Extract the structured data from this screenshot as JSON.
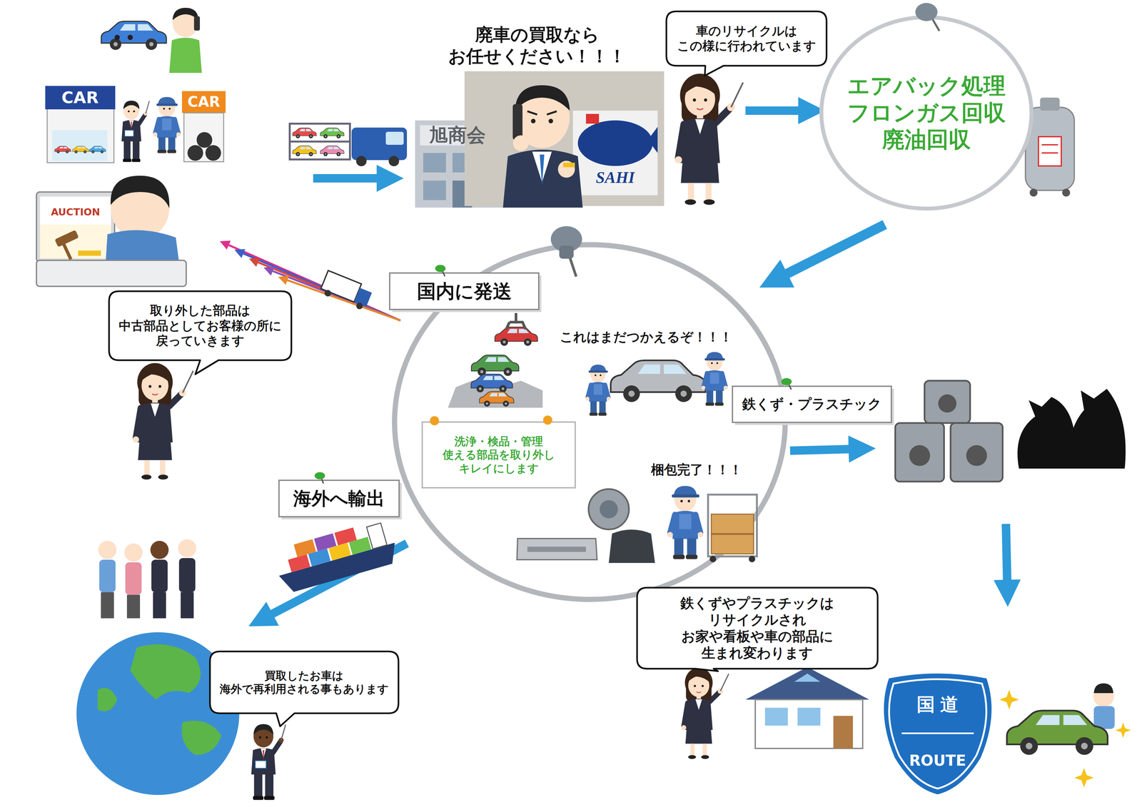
{
  "diagram": {
    "nodes": [
      {
        "text": [
          "車のリサイクルは この様に行われています"
        ]
      },
      {
        "text": [
          "エアバック処理 フロンガス回収 廃油回収"
        ]
      },
      {
        "text": [
          "国内に発送"
        ]
      },
      {
        "text": [
          "取り外した部品は 中古部品としてお客様の所に 戻っていきます"
        ]
      },
      {
        "text": [
          "鉄くず・プラスチック"
        ]
      },
      {
        "text": [
          "洗浄・検品・管理 使える部品を取り外し キレイにします"
        ]
      },
      {
        "text": [
          "海外へ輸出"
        ]
      },
      {
        "text": [
          "鉄くずやプラスチックは リサイクルされ お家や看板や車の部品に 生まれ変わります"
        ]
      },
      {
        "text": [
          "買取したお車は 海外で再利用される事もあります"
        ]
      },
      {
        "text": [
          "国道",
          "ROUTE"
        ]
      }
    ],
    "labels": [
      "廃車の買取なら お任せください！！！",
      "旭商会",
      "SAHI",
      "CAR",
      "CAR",
      "AUCTION",
      "これはまだつかえるぞ！！！",
      "梱包完了！！！"
    ]
  }
}
